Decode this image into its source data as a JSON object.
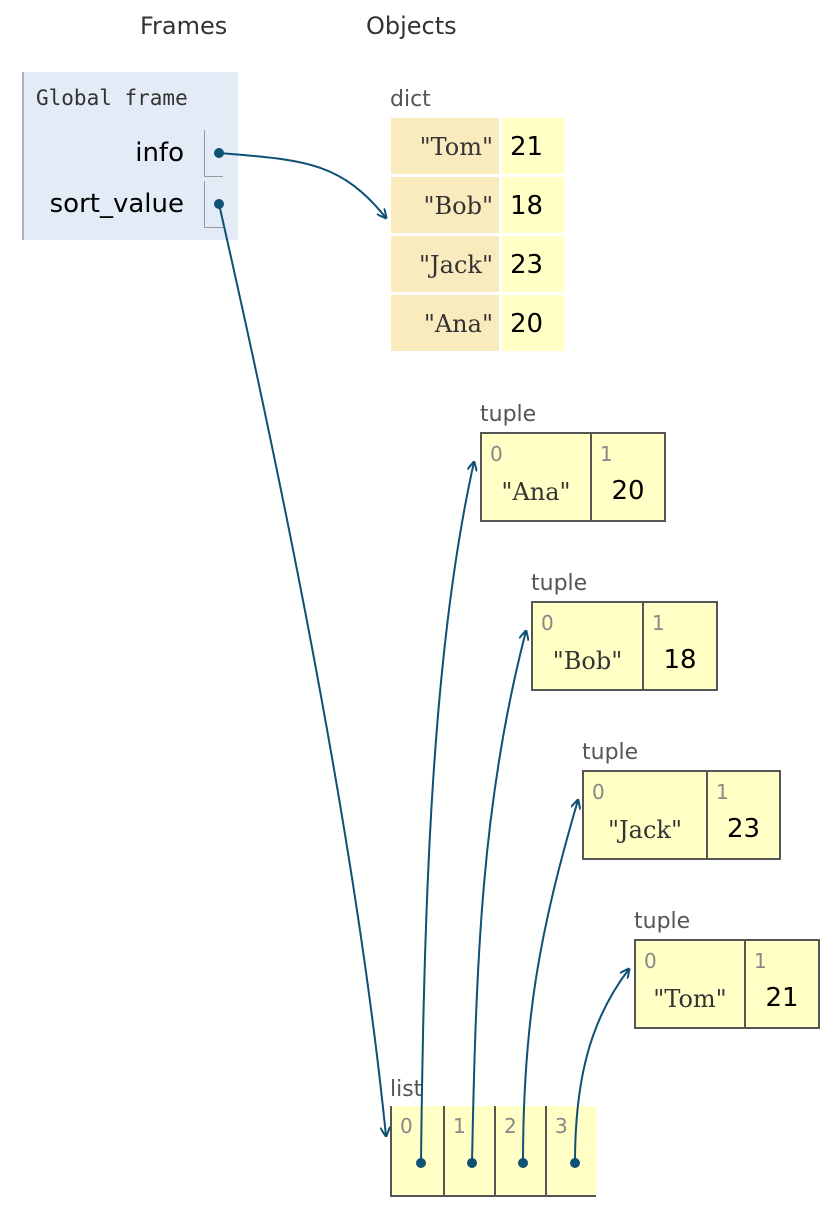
{
  "headers": {
    "frames": "Frames",
    "objects": "Objects"
  },
  "global_frame": {
    "title": "Global frame",
    "variables": [
      {
        "name": "info"
      },
      {
        "name": "sort_value"
      }
    ]
  },
  "dict": {
    "label": "dict",
    "entries": [
      {
        "key": "\"Tom\"",
        "value": "21"
      },
      {
        "key": "\"Bob\"",
        "value": "18"
      },
      {
        "key": "\"Jack\"",
        "value": "23"
      },
      {
        "key": "\"Ana\"",
        "value": "20"
      }
    ]
  },
  "tuples": [
    {
      "label": "tuple",
      "idx0": "0",
      "idx1": "1",
      "item0": "\"Ana\"",
      "item1": "20"
    },
    {
      "label": "tuple",
      "idx0": "0",
      "idx1": "1",
      "item0": "\"Bob\"",
      "item1": "18"
    },
    {
      "label": "tuple",
      "idx0": "0",
      "idx1": "1",
      "item0": "\"Jack\"",
      "item1": "23"
    },
    {
      "label": "tuple",
      "idx0": "0",
      "idx1": "1",
      "item0": "\"Tom\"",
      "item1": "21"
    }
  ],
  "list": {
    "label": "list",
    "indices": [
      "0",
      "1",
      "2",
      "3"
    ]
  },
  "colors": {
    "arrow": "#0f5075",
    "dict_key_bg": "#faebbf",
    "value_bg": "#ffffc6",
    "frame_bg": "#e2ebf6"
  }
}
